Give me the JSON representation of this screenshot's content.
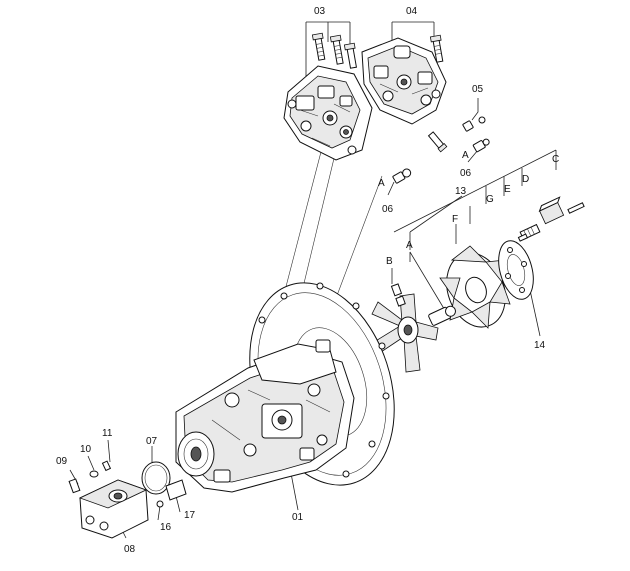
{
  "labels": {
    "l01": "01",
    "l03": "03",
    "l04": "04",
    "l05": "05",
    "l06a": "06",
    "l06b": "06",
    "l07": "07",
    "l08": "08",
    "l09": "09",
    "l10": "10",
    "l11": "11",
    "l13": "13",
    "l14": "14",
    "l16": "16",
    "l17": "17",
    "lA1": "A",
    "lA2": "A",
    "lA3": "A",
    "lB": "B",
    "lC": "C",
    "lD": "D",
    "lE": "E",
    "lF": "F",
    "lG": "G"
  }
}
